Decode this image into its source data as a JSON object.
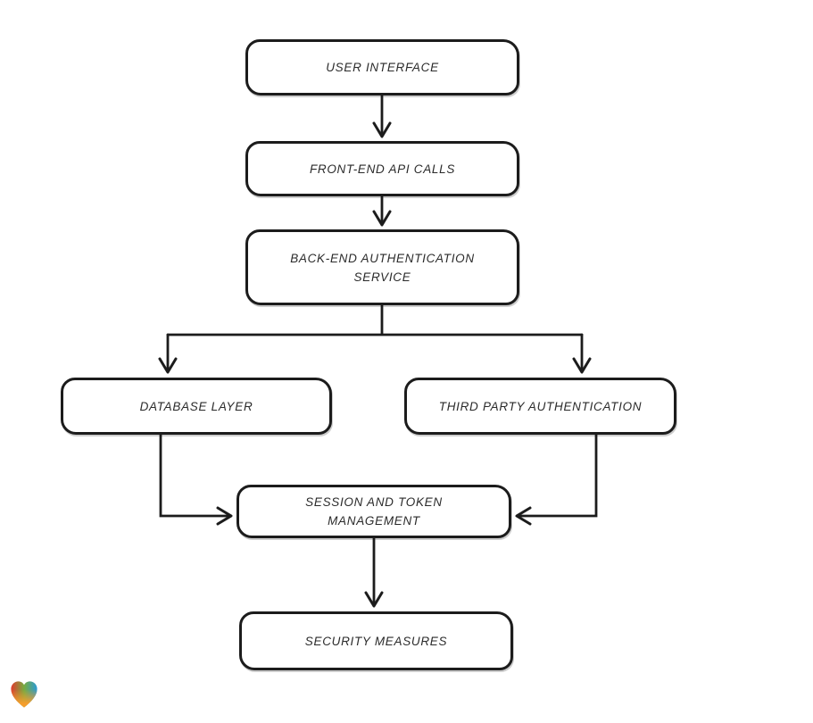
{
  "app": {
    "background_color": "#ffffff"
  },
  "diagram": {
    "type": "flowchart",
    "direction": "top-down",
    "style": "hand-drawn",
    "stroke_color": "#1c1c1c",
    "node_fill": "#ffffff",
    "text_color": "#2b2b2b",
    "nodes": [
      {
        "id": "user-interface",
        "label": "USER INTERFACE"
      },
      {
        "id": "front-end-api-calls",
        "label": "FRONT-END API CALLS"
      },
      {
        "id": "back-end-authentication-service",
        "label": "BACK-END AUTHENTICATION SERVICE"
      },
      {
        "id": "database-layer",
        "label": "DATABASE LAYER"
      },
      {
        "id": "third-party-authentication",
        "label": "THIRD PARTY AUTHENTICATION"
      },
      {
        "id": "session-and-token-management",
        "label": "SESSION AND TOKEN MANAGEMENT"
      },
      {
        "id": "security-measures",
        "label": "SECURITY MEASURES"
      }
    ],
    "edges": [
      {
        "from": "user-interface",
        "to": "front-end-api-calls"
      },
      {
        "from": "front-end-api-calls",
        "to": "back-end-authentication-service"
      },
      {
        "from": "back-end-authentication-service",
        "to": "database-layer"
      },
      {
        "from": "back-end-authentication-service",
        "to": "third-party-authentication"
      },
      {
        "from": "database-layer",
        "to": "session-and-token-management"
      },
      {
        "from": "third-party-authentication",
        "to": "session-and-token-management"
      },
      {
        "from": "session-and-token-management",
        "to": "security-measures"
      }
    ]
  },
  "watermark": {
    "icon": "heart-gradient-icon",
    "colors": {
      "red": "#e23b2e",
      "green": "#76ab3f",
      "blue": "#2a9ad6",
      "orange": "#f59e2d"
    }
  }
}
